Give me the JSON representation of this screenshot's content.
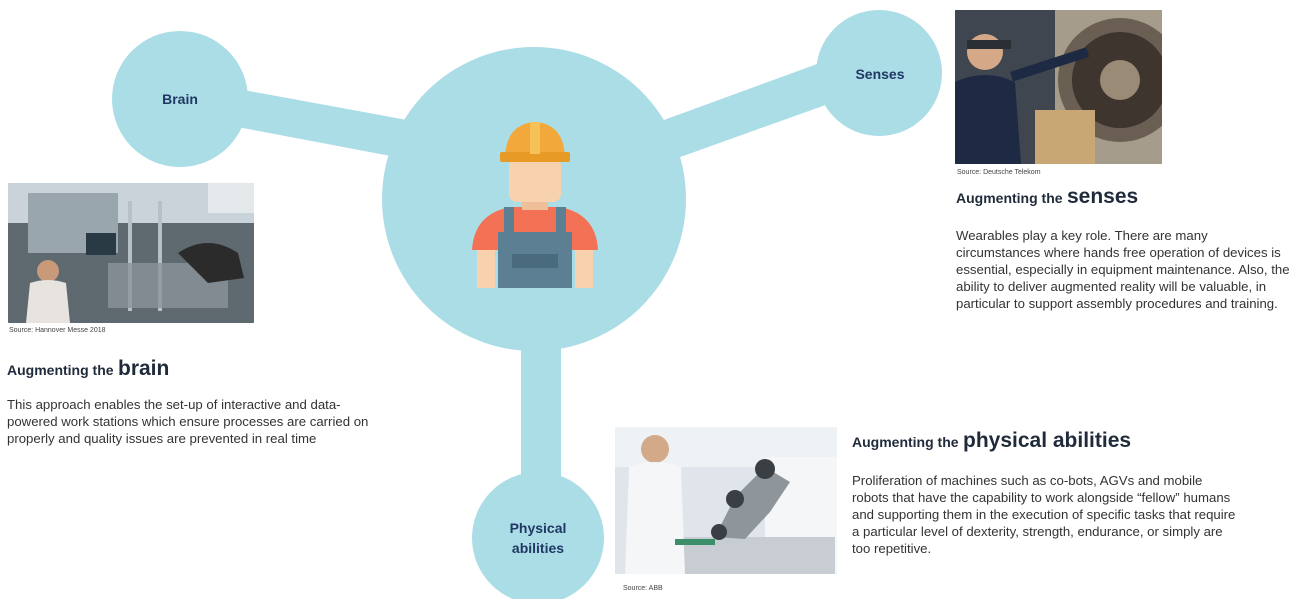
{
  "colors": {
    "bubble": "#abdde7",
    "label": "#1f3864",
    "heading": "#1f2a3a"
  },
  "nodes": {
    "brain": "Brain",
    "senses": "Senses",
    "physical": "Physical abilities"
  },
  "center_icon": "worker-with-hard-hat-icon",
  "sections": {
    "brain": {
      "prefix": "Augmenting the",
      "keyword": "brain",
      "source": "Source: Hannover Messe 2018",
      "text": "This approach enables the set-up of interactive and data-powered work stations which ensure processes are carried on properly and quality issues are prevented in real time"
    },
    "senses": {
      "prefix": "Augmenting the",
      "keyword": "senses",
      "source": "Source: Deutsche Telekom",
      "text": "Wearables play a key role. There are many circumstances where hands free operation of devices is essential, especially in equipment maintenance.  Also, the ability to deliver augmented reality will be valuable, in particular to support assembly procedures and training."
    },
    "physical": {
      "prefix": "Augmenting the",
      "keyword": "physical abilities",
      "source": "Source: ABB",
      "text": "Proliferation of machines such as co-bots, AGVs and mobile robots that have the capability to work alongside “fellow” humans and supporting them in the execution of specific tasks that require a particular level of dexterity, strength, endurance, or simply are too repetitive."
    }
  }
}
